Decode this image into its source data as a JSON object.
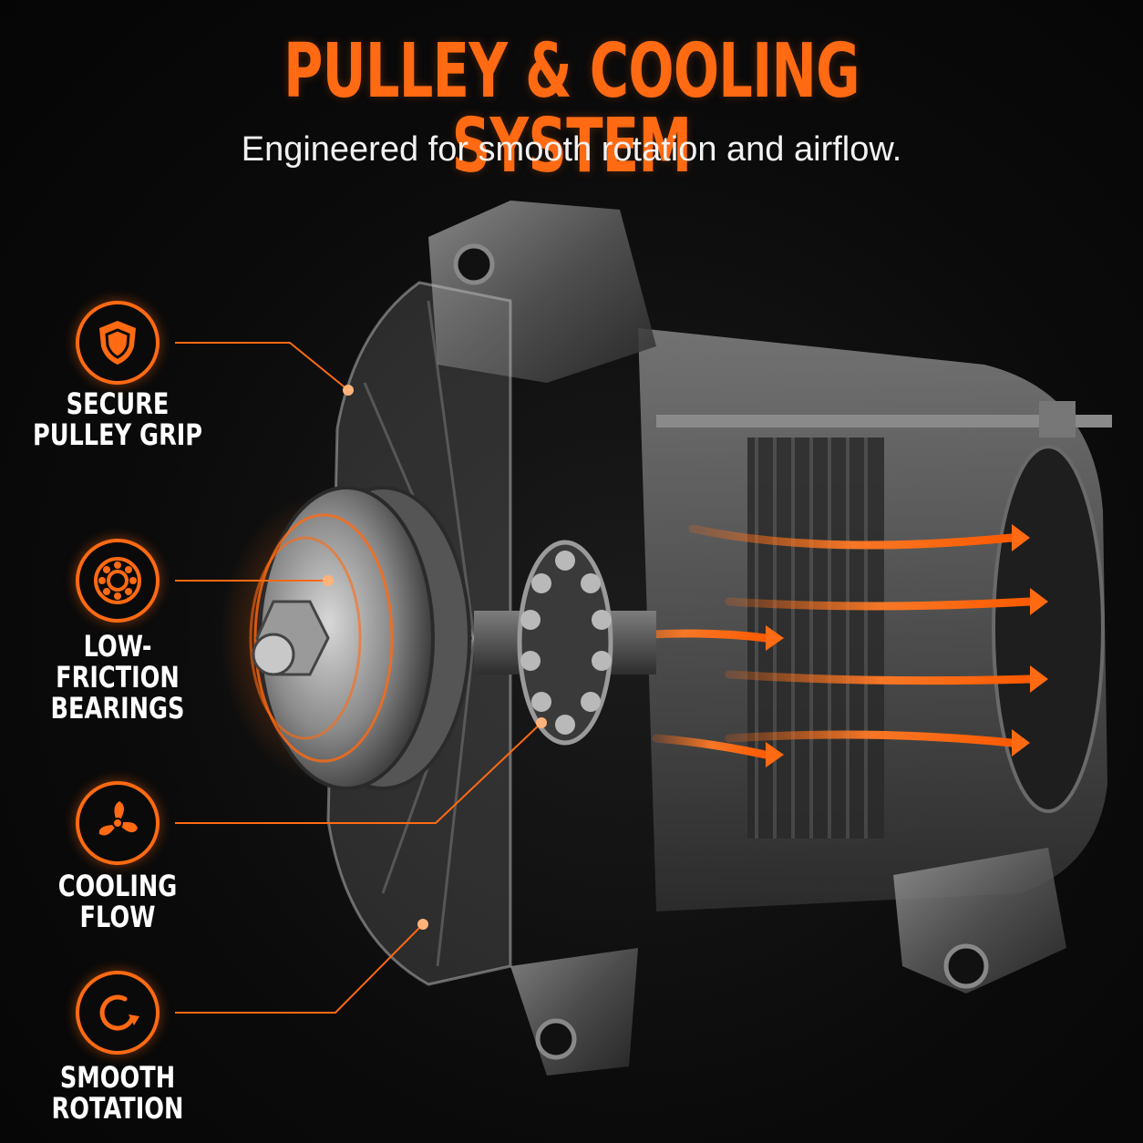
{
  "header": {
    "title": "PULLEY & COOLING SYSTEM",
    "subtitle": "Engineered for smooth rotation and airflow."
  },
  "colors": {
    "accent": "#ff6a13",
    "background": "#0a0a0a",
    "text": "#ffffff"
  },
  "features": [
    {
      "icon": "shield-icon",
      "line1": "SECURE",
      "line2": "PULLEY GRIP"
    },
    {
      "icon": "bearing-icon",
      "line1": "LOW-FRICTION",
      "line2": "BEARINGS"
    },
    {
      "icon": "fan-icon",
      "line1": "COOLING",
      "line2": "FLOW"
    },
    {
      "icon": "rotation-arrow-icon",
      "line1": "SMOOTH",
      "line2": "ROTATION"
    }
  ]
}
